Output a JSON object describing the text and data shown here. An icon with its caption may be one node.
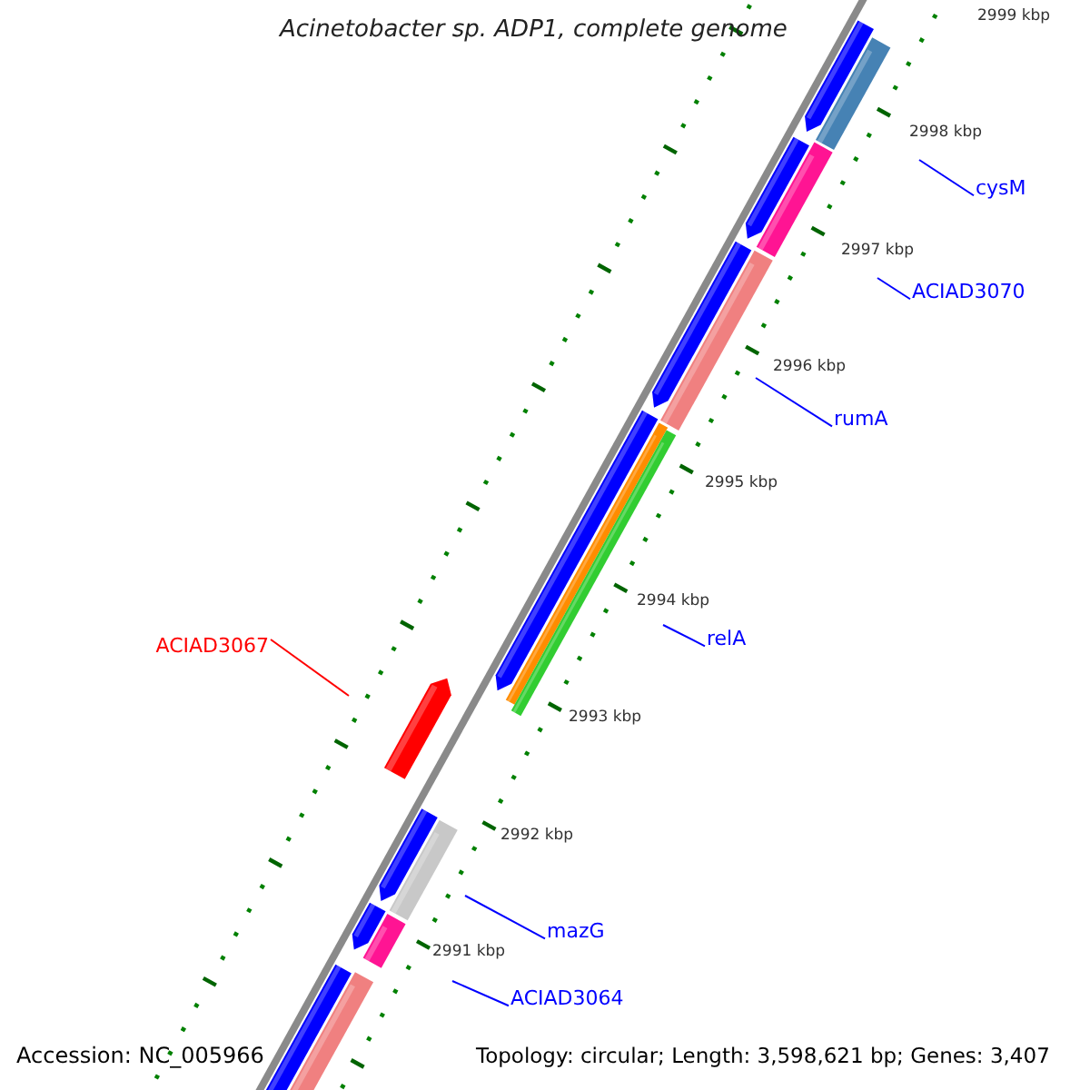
{
  "diagram": {
    "title": "Acinetobacter sp. ADP1, complete genome",
    "nodes": [
      {
        "text": [
          "cysM"
        ]
      },
      {
        "text": [
          "ACIAD3070"
        ]
      },
      {
        "text": [
          "rumA"
        ]
      },
      {
        "text": [
          "relA"
        ]
      },
      {
        "text": [
          "ACIAD3067"
        ]
      },
      {
        "text": [
          "mazG"
        ]
      },
      {
        "text": [
          "ACIAD3064"
        ]
      }
    ],
    "edges": [
      {
        "from": 0,
        "to": null,
        "arrow": "none"
      },
      {
        "from": 1,
        "to": null,
        "arrow": "none"
      },
      {
        "from": 2,
        "to": null,
        "arrow": "none"
      },
      {
        "from": 3,
        "to": null,
        "arrow": "none"
      },
      {
        "from": 4,
        "to": null,
        "arrow": "none",
        "color": "#ff0000"
      },
      {
        "from": 5,
        "to": null,
        "arrow": "none"
      },
      {
        "from": 6,
        "to": null,
        "arrow": "none"
      }
    ],
    "labels": [
      "2999 kbp",
      "2998 kbp",
      "2997 kbp",
      "2996 kbp",
      "2995 kbp",
      "2994 kbp",
      "2993 kbp",
      "2992 kbp",
      "2991 kbp",
      "Accession: NC_005966",
      "Topology: circular; Length: 3,598,621 bp; Genes: 3,407"
    ]
  }
}
